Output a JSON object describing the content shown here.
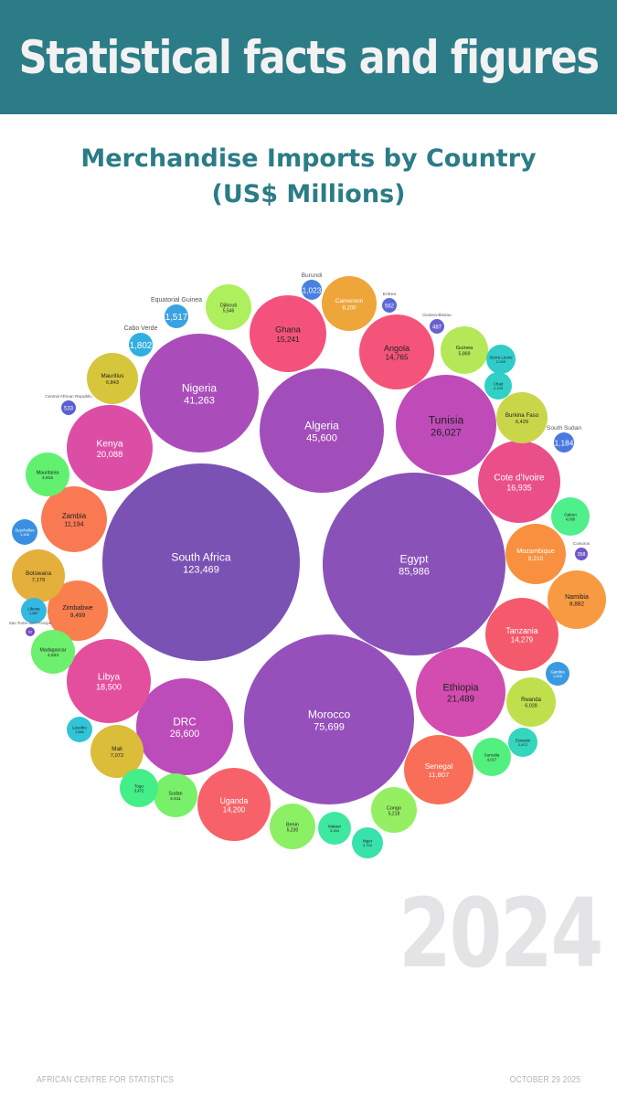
{
  "header": {
    "title": "Statistical facts and figures"
  },
  "chart_data": {
    "type": "bubble",
    "title": "Merchandise Imports by Country",
    "subtitle": "(US$ Millions)",
    "year": "2024",
    "unit": "US$ Millions",
    "points": [
      {
        "name": "South Africa",
        "value": 123469,
        "label": "123,469",
        "color": "#7a52b3"
      },
      {
        "name": "Egypt",
        "value": 85986,
        "label": "85,986",
        "color": "#8a52b8"
      },
      {
        "name": "Morocco",
        "value": 75699,
        "label": "75,699",
        "color": "#9650bb"
      },
      {
        "name": "Algeria",
        "value": 45600,
        "label": "45,600",
        "color": "#a24eba"
      },
      {
        "name": "Nigeria",
        "value": 41263,
        "label": "41,263",
        "color": "#aa4dba"
      },
      {
        "name": "Tunisia",
        "value": 26027,
        "label": "26,027",
        "color": "#bf4bb8"
      },
      {
        "name": "DRC",
        "value": 26600,
        "label": "26,600",
        "color": "#bc4cb9"
      },
      {
        "name": "Ethiopia",
        "value": 21489,
        "label": "21,489",
        "color": "#d34db0"
      },
      {
        "name": "Kenya",
        "value": 20088,
        "label": "20,088",
        "color": "#dc4ea6"
      },
      {
        "name": "Libya",
        "value": 18500,
        "label": "18,500",
        "color": "#e34f9d"
      },
      {
        "name": "Cote d'Ivoire",
        "value": 16935,
        "label": "16,935",
        "color": "#ea4f8a"
      },
      {
        "name": "Ghana",
        "value": 15241,
        "label": "15,241",
        "color": "#f4527c"
      },
      {
        "name": "Angola",
        "value": 14765,
        "label": "14,765",
        "color": "#f5547a"
      },
      {
        "name": "Tanzania",
        "value": 14279,
        "label": "14,279",
        "color": "#f55a6c"
      },
      {
        "name": "Uganda",
        "value": 14200,
        "label": "14,200",
        "color": "#f7626a"
      },
      {
        "name": "Senegal",
        "value": 11807,
        "label": "11,807",
        "color": "#f86e58"
      },
      {
        "name": "Zambia",
        "value": 11194,
        "label": "11,194",
        "color": "#f97a52"
      },
      {
        "name": "Zimbabwe",
        "value": 9499,
        "label": "9,499",
        "color": "#f97f4f"
      },
      {
        "name": "Mozambique",
        "value": 9210,
        "label": "9,210",
        "color": "#f8903f"
      },
      {
        "name": "Namibia",
        "value": 8882,
        "label": "8,882",
        "color": "#f89a42"
      },
      {
        "name": "Cameroon",
        "value": 8200,
        "label": "8,200",
        "color": "#eea53a"
      },
      {
        "name": "Botswana",
        "value": 7179,
        "label": "7,179",
        "color": "#e4af3a"
      },
      {
        "name": "Mali",
        "value": 7072,
        "label": "7,072",
        "color": "#dcbd3a"
      },
      {
        "name": "Mauritius",
        "value": 6843,
        "label": "6,843",
        "color": "#d6c63c"
      },
      {
        "name": "Burkina Faso",
        "value": 6429,
        "label": "6,429",
        "color": "#cad64a"
      },
      {
        "name": "Rwanda",
        "value": 6028,
        "label": "6,028",
        "color": "#c0df4c"
      },
      {
        "name": "Guinea",
        "value": 5869,
        "label": "5,869",
        "color": "#b4e858"
      },
      {
        "name": "Djibouti",
        "value": 5546,
        "label": "5,546",
        "color": "#aeef5e"
      },
      {
        "name": "Benin",
        "value": 5230,
        "label": "5,230",
        "color": "#8cf064"
      },
      {
        "name": "Congo",
        "value": 5218,
        "label": "5,218",
        "color": "#96ef62"
      },
      {
        "name": "Sudan",
        "value": 4911,
        "label": "4,911",
        "color": "#78f06a"
      },
      {
        "name": "Madagascar",
        "value": 4833,
        "label": "4,833",
        "color": "#6cf06e"
      },
      {
        "name": "Mauritania",
        "value": 4815,
        "label": "4,815",
        "color": "#62f070"
      },
      {
        "name": "Somalia",
        "value": 4017,
        "label": "4,017",
        "color": "#52f07e"
      },
      {
        "name": "Gabon",
        "value": 4000,
        "label": "4,000",
        "color": "#4ff08c"
      },
      {
        "name": "Togo",
        "value": 3472,
        "label": "3,472",
        "color": "#44ee88"
      },
      {
        "name": "Malawi",
        "value": 3264,
        "label": "3,264",
        "color": "#3fe8a0"
      },
      {
        "name": "Niger",
        "value": 2742,
        "label": "2,742",
        "color": "#38e2aa"
      },
      {
        "name": "Eswatini",
        "value": 2872,
        "label": "2,872",
        "color": "#34d6bc"
      },
      {
        "name": "Chad",
        "value": 2100,
        "label": "2,100",
        "color": "#30d0c6"
      },
      {
        "name": "Sierra Leone",
        "value": 2049,
        "label": "2,049",
        "color": "#30ccca"
      },
      {
        "name": "Lesotho",
        "value": 1886,
        "label": "1,886",
        "color": "#30c4d6"
      },
      {
        "name": "Liberia",
        "value": 1887,
        "label": "1,887",
        "color": "#34b8e0"
      },
      {
        "name": "Cabo Verde",
        "value": 1802,
        "label": "1,802",
        "color": "#30b0e0"
      },
      {
        "name": "Equatorial Guinea",
        "value": 1517,
        "label": "1,517",
        "color": "#3aa2e0"
      },
      {
        "name": "Gambia",
        "value": 1505,
        "label": "1,505",
        "color": "#3a9ae0"
      },
      {
        "name": "Seychelles",
        "value": 1446,
        "label": "1,446",
        "color": "#3a90e0"
      },
      {
        "name": "Burundi",
        "value": 1023,
        "label": "1,023",
        "color": "#4a80e0"
      },
      {
        "name": "South Sudan",
        "value": 1184,
        "label": "1,184",
        "color": "#4a78e0"
      },
      {
        "name": "Eritrea",
        "value": 562,
        "label": "562",
        "color": "#5a68d8"
      },
      {
        "name": "Central African Republic",
        "value": 533,
        "label": "533",
        "color": "#5a60d0"
      },
      {
        "name": "Guinea-Bissau",
        "value": 487,
        "label": "487",
        "color": "#6a60d0"
      },
      {
        "name": "Comoros",
        "value": 358,
        "label": "358",
        "color": "#7058c8"
      },
      {
        "name": "Sao Tome and Principe",
        "value": 62,
        "label": "62",
        "color": "#7050c0"
      }
    ]
  },
  "footer": {
    "left": "AFRICAN CENTRE FOR STATISTICS",
    "right": "OCTOBER 29 2025"
  }
}
